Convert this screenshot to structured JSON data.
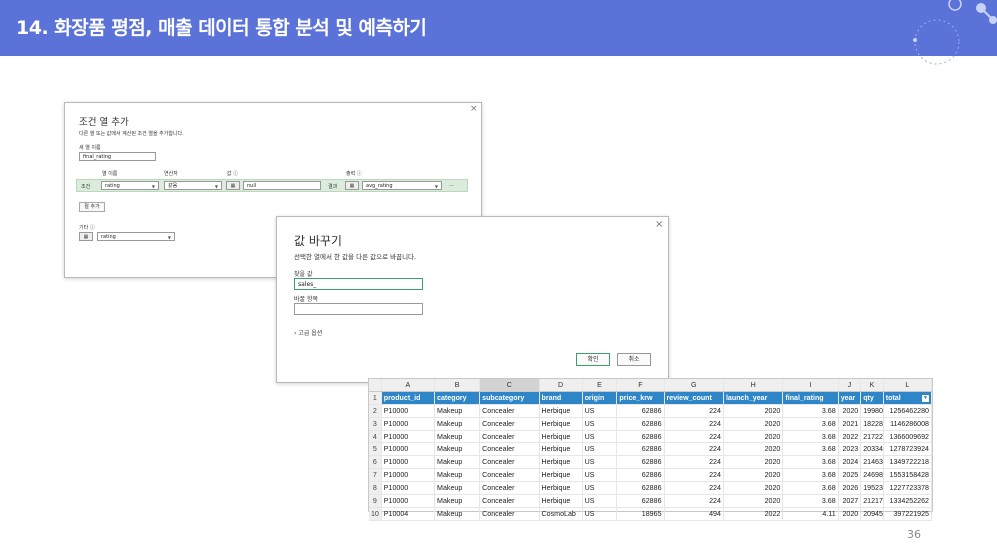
{
  "header": {
    "title": "14. 화장품 평점, 매출 데이터 통합 분석 및 예측하기"
  },
  "conditional_dialog": {
    "title": "조건 열 추가",
    "description": "다른 열 또는 값에서 계산된 조건 열을 추가합니다.",
    "new_column_label": "새 열 이름",
    "new_column_value": "final_rating",
    "col_header_column": "열 이름",
    "col_header_operator": "연산자",
    "col_header_value": "값 ⓘ",
    "col_header_output": "출력 ⓘ",
    "row_label": "조건",
    "column_value": "rating",
    "operator_value": "같음",
    "value_value": "null",
    "result_label": "결과",
    "output_value": "avg_rating",
    "more": "···",
    "add_clause_button": "절 추가",
    "else_label": "기타 ⓘ",
    "else_value": "rating",
    "close": "×"
  },
  "replace_dialog": {
    "title": "값 바꾸기",
    "description": "선택한 열에서 한 값을 다른 값으로 바꿉니다.",
    "find_label": "찾을 값",
    "find_value": "sales_",
    "replace_label": "바꿀 항목",
    "replace_value": "",
    "advanced_options": "› 고급 옵션",
    "ok_button": "확인",
    "cancel_button": "취소",
    "close": "×"
  },
  "spreadsheet": {
    "column_letters": [
      "A",
      "B",
      "C",
      "D",
      "E",
      "F",
      "G",
      "H",
      "I",
      "J",
      "K",
      "L"
    ],
    "selected_column": "C",
    "headers": [
      "product_id",
      "category",
      "subcategory",
      "brand",
      "origin",
      "price_krw",
      "review_count",
      "launch_year",
      "final_rating",
      "year",
      "qty",
      "total"
    ],
    "rows": [
      {
        "n": "2",
        "c": [
          "P10000",
          "Makeup",
          "Concealer",
          "Herbique",
          "US",
          "62886",
          "224",
          "2020",
          "3.68",
          "2020",
          "19980",
          "1256462280"
        ]
      },
      {
        "n": "3",
        "c": [
          "P10000",
          "Makeup",
          "Concealer",
          "Herbique",
          "US",
          "62886",
          "224",
          "2020",
          "3.68",
          "2021",
          "18228",
          "1146286008"
        ]
      },
      {
        "n": "4",
        "c": [
          "P10000",
          "Makeup",
          "Concealer",
          "Herbique",
          "US",
          "62886",
          "224",
          "2020",
          "3.68",
          "2022",
          "21722",
          "1366009692"
        ]
      },
      {
        "n": "5",
        "c": [
          "P10000",
          "Makeup",
          "Concealer",
          "Herbique",
          "US",
          "62886",
          "224",
          "2020",
          "3.68",
          "2023",
          "20334",
          "1278723924"
        ]
      },
      {
        "n": "6",
        "c": [
          "P10000",
          "Makeup",
          "Concealer",
          "Herbique",
          "US",
          "62886",
          "224",
          "2020",
          "3.68",
          "2024",
          "21463",
          "1349722218"
        ]
      },
      {
        "n": "7",
        "c": [
          "P10000",
          "Makeup",
          "Concealer",
          "Herbique",
          "US",
          "62886",
          "224",
          "2020",
          "3.68",
          "2025",
          "24698",
          "1553158428"
        ]
      },
      {
        "n": "8",
        "c": [
          "P10000",
          "Makeup",
          "Concealer",
          "Herbique",
          "US",
          "62886",
          "224",
          "2020",
          "3.68",
          "2026",
          "19523",
          "1227723378"
        ]
      },
      {
        "n": "9",
        "c": [
          "P10000",
          "Makeup",
          "Concealer",
          "Herbique",
          "US",
          "62886",
          "224",
          "2020",
          "3.68",
          "2027",
          "21217",
          "1334252262"
        ]
      },
      {
        "n": "10",
        "c": [
          "P10004",
          "Makeup",
          "Concealer",
          "CosmoLab",
          "US",
          "18965",
          "494",
          "2022",
          "4.11",
          "2020",
          "20945",
          "397221925"
        ]
      }
    ]
  },
  "page_number": "36",
  "colors": {
    "banner": "#5b72d9",
    "table_header": "#2e86c8",
    "condition_row": "#dcecdc"
  }
}
